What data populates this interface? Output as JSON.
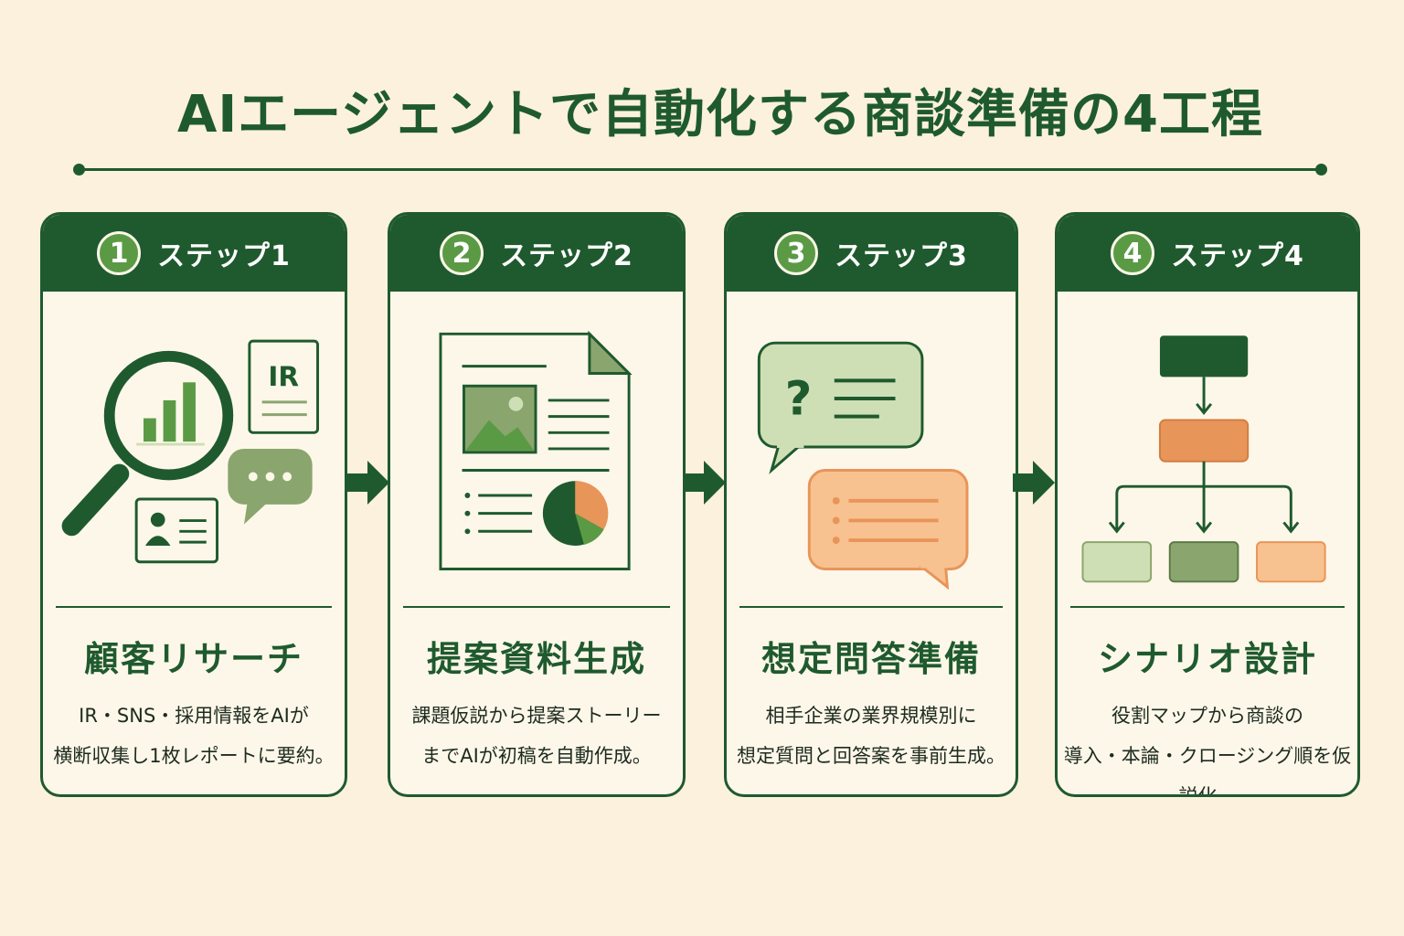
{
  "title": "AIエージェントで自動化する商談準備の4工程",
  "colors": {
    "dark_green": "#1f5a2e",
    "mid_green": "#5b9a45",
    "light_green": "#cfdfb5",
    "sage": "#8aa56e",
    "orange": "#e8955a",
    "light_orange": "#f7c28f",
    "background": "#fbf1dc"
  },
  "steps": [
    {
      "number": "1",
      "label": "ステップ1",
      "title": "顧客リサーチ",
      "description": "IR・SNS・採用情報をAIが\n横断収集し1枚レポートに要約。",
      "icons": [
        "magnifier-chart-icon",
        "ir-document-icon",
        "chat-bubble-icon",
        "profile-card-icon"
      ],
      "ir_text": "IR"
    },
    {
      "number": "2",
      "label": "ステップ2",
      "title": "提案資料生成",
      "description": "課題仮説から提案ストーリー\nまでAIが初稿を自動作成。",
      "icons": [
        "document-icon",
        "image-icon",
        "pie-chart-icon"
      ]
    },
    {
      "number": "3",
      "label": "ステップ3",
      "title": "想定問答準備",
      "description": "相手企業の業界規模別に\n想定質問と回答案を事前生成。",
      "icons": [
        "question-bubble-icon",
        "answer-bubble-icon"
      ],
      "question_mark": "?"
    },
    {
      "number": "4",
      "label": "ステップ4",
      "title": "シナリオ設計",
      "description": "役割マップから商談の\n導入・本論・クロージング順を仮説化。",
      "icons": [
        "flowchart-icon"
      ]
    }
  ]
}
